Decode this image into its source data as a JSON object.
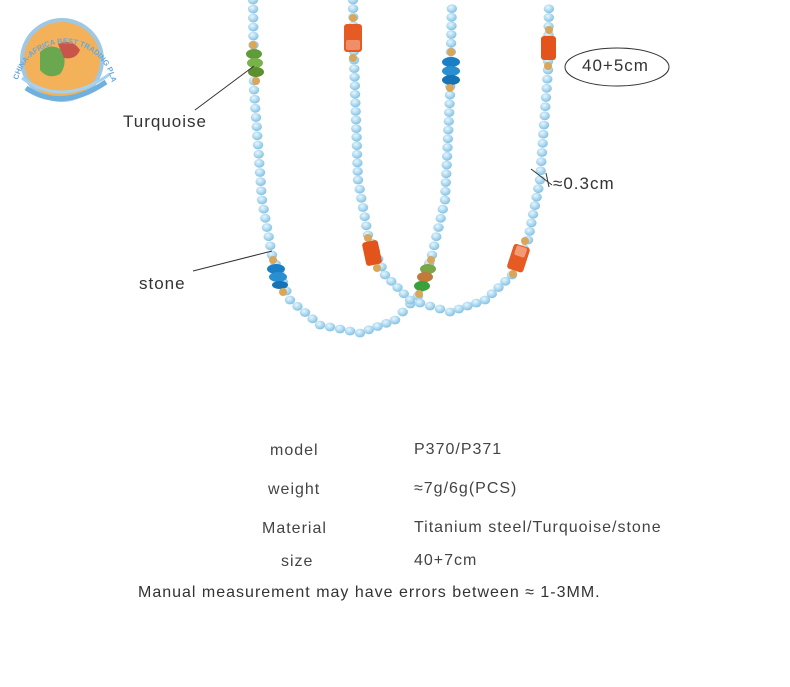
{
  "logo": {
    "text": "CHINA-AFRICA BEST TRADING PLATFORM"
  },
  "annotations": {
    "turquoise": "Turquoise",
    "stone": "stone",
    "length": "40+5cm",
    "bead_size": "≈0.3cm"
  },
  "specs": [
    {
      "key": "model",
      "value": "P370/P371"
    },
    {
      "key": "weight",
      "value": "≈7g/6g(PCS)"
    },
    {
      "key": "Material",
      "value": "Titanium steel/Turquoise/stone"
    },
    {
      "key": "size",
      "value": "40+7cm"
    }
  ],
  "note": "Manual measurement may have errors between ≈ 1-3MM.",
  "colors": {
    "bead_blue": "#a9d6ef",
    "turquoise_blue": "#1f86c8",
    "orange_stone": "#e2541c",
    "green_stone": "#6aa33a",
    "gold": "#d9a65a"
  }
}
